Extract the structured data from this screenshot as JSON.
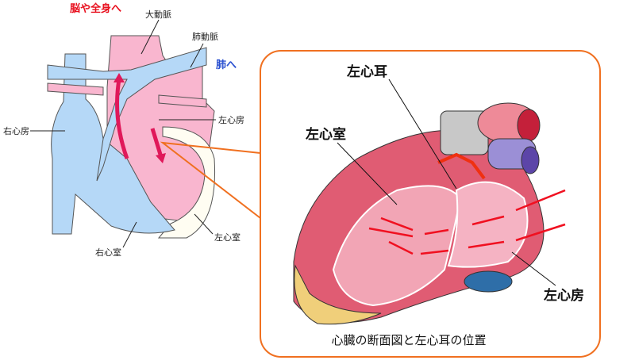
{
  "left_diagram": {
    "to_brain_body": "脳や全身へ",
    "aorta": "大動脈",
    "pulmonary_artery": "肺動脈",
    "to_lungs": "肺へ",
    "right_atrium": "右心房",
    "left_atrium": "左心房",
    "right_ventricle": "右心室",
    "left_ventricle": "左心室"
  },
  "callout": {
    "left_atrial_appendage": "左心耳",
    "left_ventricle": "左心室",
    "left_atrium": "左心房",
    "caption": "心臓の断面図と左心耳の位置"
  },
  "colors": {
    "oxygenated": "#f9b6cf",
    "deoxygenated": "#b5d8f7",
    "arrow": "#e0185a",
    "callout_border": "#f07020",
    "red_label": "#e8101e",
    "blue_label": "#2a50d0"
  }
}
